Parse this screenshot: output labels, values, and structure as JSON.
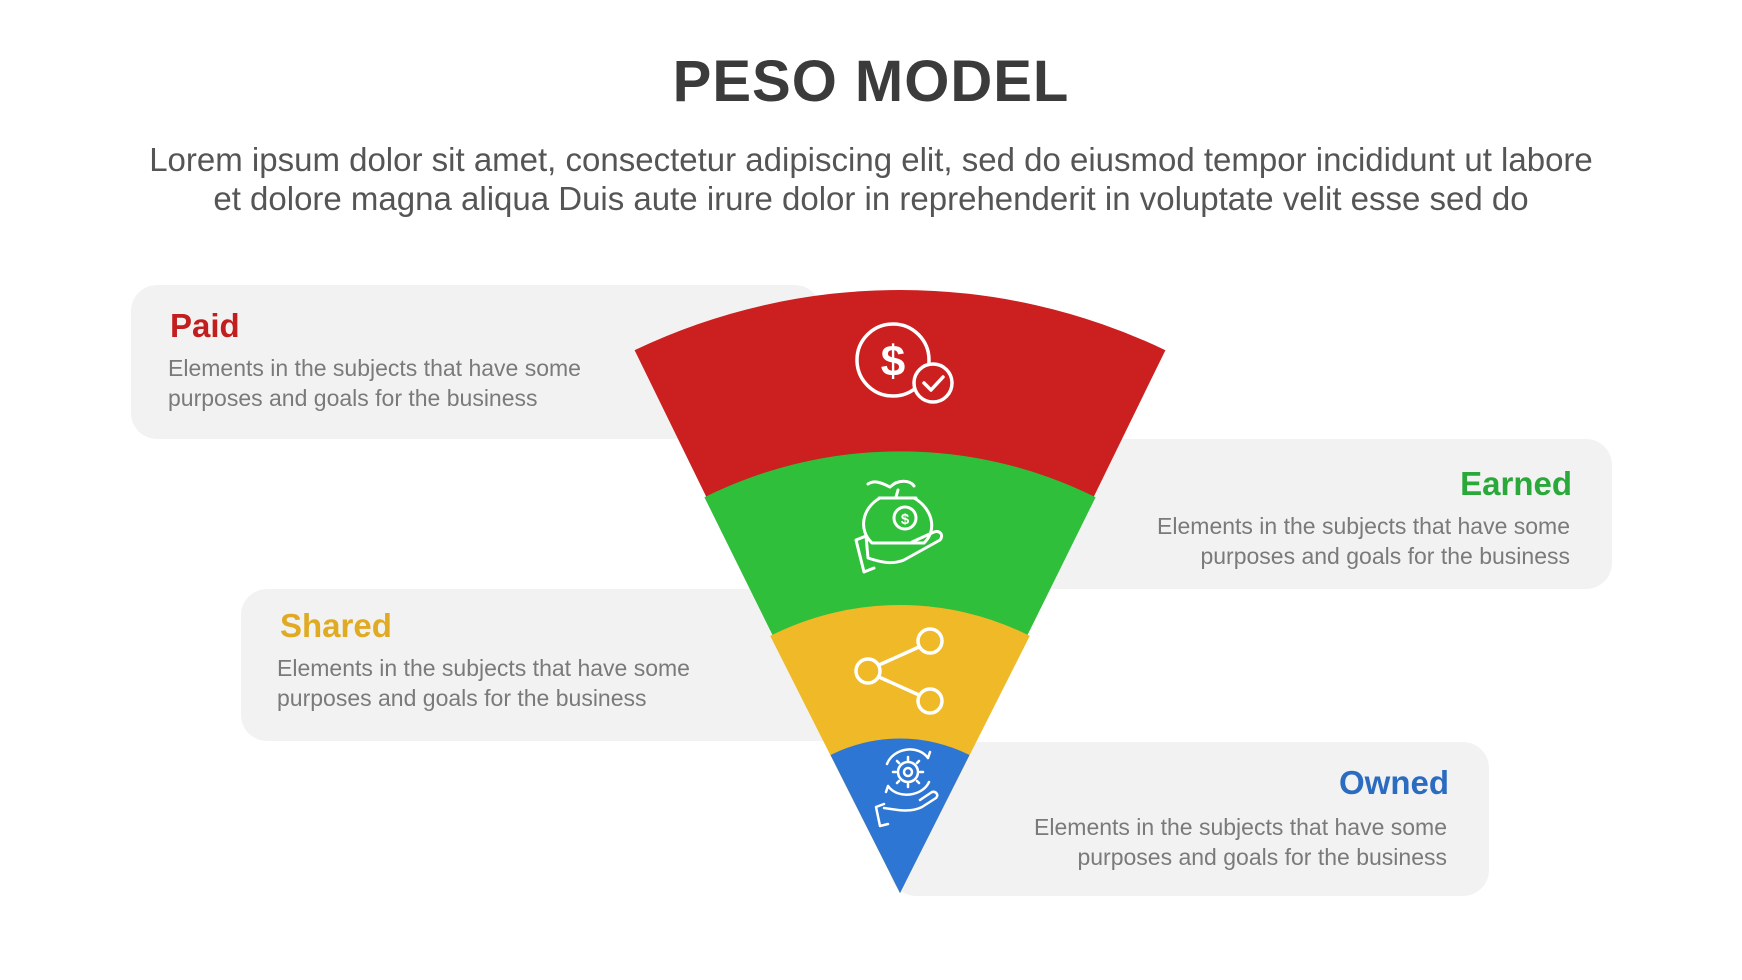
{
  "header": {
    "title": "PESO MODEL",
    "subtitle_line1": "Lorem ipsum dolor sit amet, consectetur adipiscing elit, sed do eiusmod tempor incididunt ut labore",
    "subtitle_line2": "et dolore magna aliqua Duis aute irure dolor in reprehenderit in voluptate velit esse sed do"
  },
  "colors": {
    "paid": "#cc1f1f",
    "earned": "#2fbf3a",
    "shared": "#efb927",
    "owned": "#2e76d4",
    "card_bg": "#f2f2f2",
    "title": "#3b3b3b",
    "text": "#7a7a7a"
  },
  "segments": [
    {
      "key": "paid",
      "label": "Paid",
      "desc_line1": "Elements in the subjects that have some",
      "desc_line2": "purposes and goals for the  business",
      "icon": "dollar-coin-check-icon",
      "color": "#cc1f1f",
      "label_color": "#c21e1e"
    },
    {
      "key": "earned",
      "label": "Earned",
      "desc_line1": "Elements in the subjects that have some",
      "desc_line2": "purposes and goals for the  business",
      "icon": "money-bag-hand-icon",
      "color": "#2fbf3a",
      "label_color": "#2aa83a"
    },
    {
      "key": "shared",
      "label": "Shared",
      "desc_line1": "Elements in the subjects that have some",
      "desc_line2": "purposes and goals for the  business",
      "icon": "share-icon",
      "color": "#efb927",
      "label_color": "#e0aa22"
    },
    {
      "key": "owned",
      "label": "Owned",
      "desc_line1": "Elements in the subjects that have some",
      "desc_line2": "purposes and goals for the  business",
      "icon": "gear-hand-cycle-icon",
      "color": "#2e76d4",
      "label_color": "#2b6cc0"
    }
  ]
}
